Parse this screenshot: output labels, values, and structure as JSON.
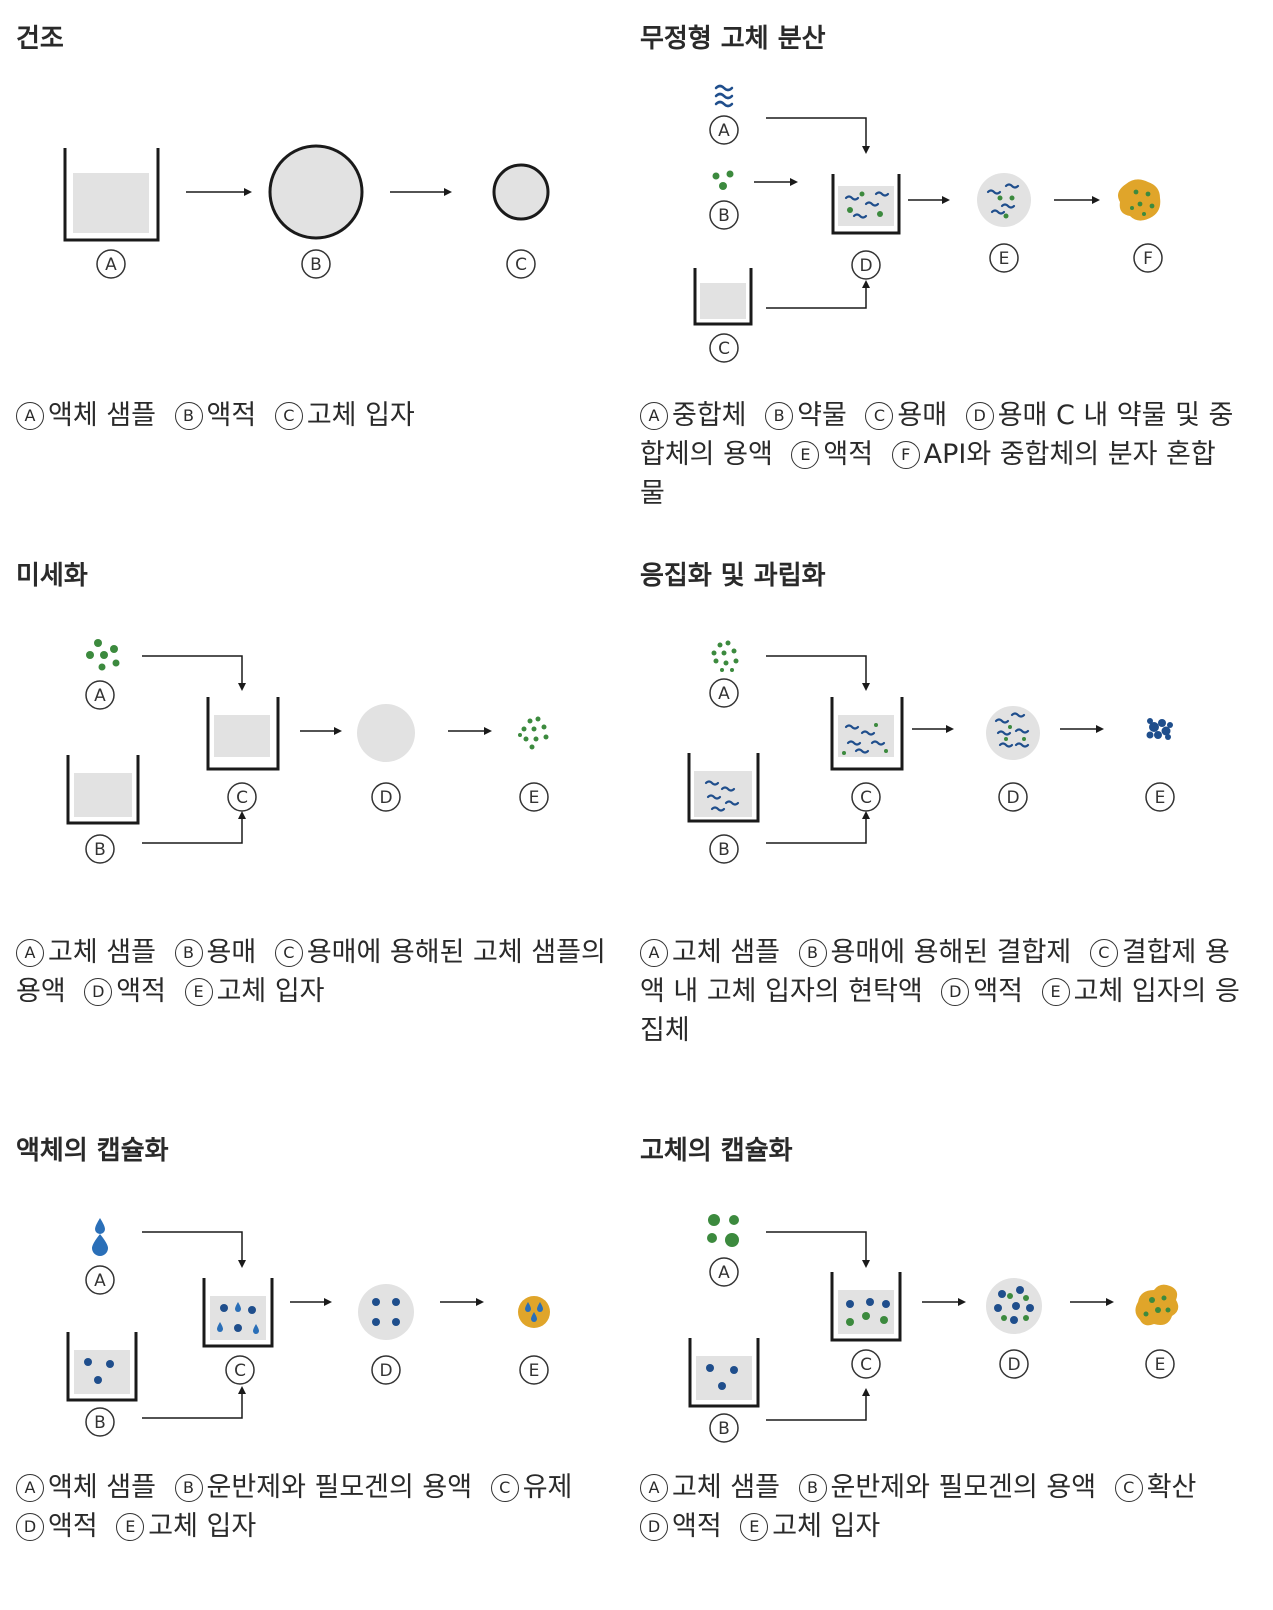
{
  "colors": {
    "container_fill": "#e2e2e2",
    "outline": "#1a1a1a",
    "particle_green": "#3c8a3e",
    "polymer_blue": "#1f4e8c",
    "droplet_blue": "#2a6fb8",
    "api_gold": "#e0a52a"
  },
  "panels": [
    {
      "title": "건조",
      "markers": [
        "A",
        "B",
        "C"
      ],
      "caption": [
        {
          "letter": "A",
          "text": "액체 샘플"
        },
        {
          "letter": "B",
          "text": "액적"
        },
        {
          "letter": "C",
          "text": "고체 입자"
        }
      ]
    },
    {
      "title": "무정형 고체 분산",
      "markers": [
        "A",
        "B",
        "C",
        "D",
        "E",
        "F"
      ],
      "caption": [
        {
          "letter": "A",
          "text": "중합체"
        },
        {
          "letter": "B",
          "text": "약물"
        },
        {
          "letter": "C",
          "text": "용매"
        },
        {
          "letter": "D",
          "text": "용매 C 내 약물 및 중합체의 용액"
        },
        {
          "letter": "E",
          "text": "액적"
        },
        {
          "letter": "F",
          "text": "API와 중합체의 분자 혼합물"
        }
      ]
    },
    {
      "title": "미세화",
      "markers": [
        "A",
        "B",
        "C",
        "D",
        "E"
      ],
      "caption": [
        {
          "letter": "A",
          "text": "고체 샘플"
        },
        {
          "letter": "B",
          "text": "용매"
        },
        {
          "letter": "C",
          "text": "용매에 용해된 고체 샘플의 용액"
        },
        {
          "letter": "D",
          "text": "액적"
        },
        {
          "letter": "E",
          "text": "고체 입자"
        }
      ]
    },
    {
      "title": "응집화 및 과립화",
      "markers": [
        "A",
        "B",
        "C",
        "D",
        "E"
      ],
      "caption": [
        {
          "letter": "A",
          "text": "고체 샘플"
        },
        {
          "letter": "B",
          "text": "용매에 용해된 결합제"
        },
        {
          "letter": "C",
          "text": "결합제 용액 내 고체 입자의 현탁액"
        },
        {
          "letter": "D",
          "text": "액적"
        },
        {
          "letter": "E",
          "text": "고체 입자의 응집체"
        }
      ]
    },
    {
      "title": "액체의 캡슐화",
      "markers": [
        "A",
        "B",
        "C",
        "D",
        "E"
      ],
      "caption": [
        {
          "letter": "A",
          "text": "액체 샘플"
        },
        {
          "letter": "B",
          "text": "운반제와 필모겐의 용액"
        },
        {
          "letter": "C",
          "text": "유제"
        },
        {
          "letter": "D",
          "text": "액적"
        },
        {
          "letter": "E",
          "text": "고체 입자"
        }
      ]
    },
    {
      "title": "고체의 캡슐화",
      "markers": [
        "A",
        "B",
        "C",
        "D",
        "E"
      ],
      "caption": [
        {
          "letter": "A",
          "text": "고체 샘플"
        },
        {
          "letter": "B",
          "text": "운반제와 필모겐의 용액"
        },
        {
          "letter": "C",
          "text": "확산"
        },
        {
          "letter": "D",
          "text": "액적"
        },
        {
          "letter": "E",
          "text": "고체 입자"
        }
      ]
    }
  ]
}
